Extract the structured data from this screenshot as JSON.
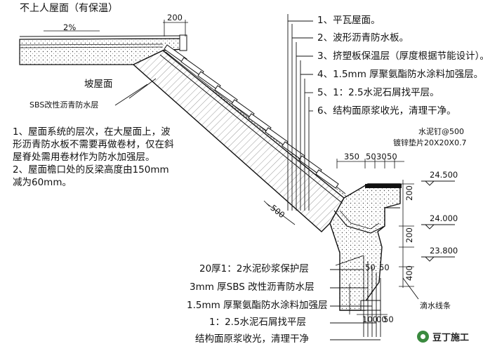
{
  "title": "不上人屋面（有保温）",
  "dims": {
    "eave_top_200": "200",
    "slope_pct": "2%",
    "d350": "350",
    "d50a": "50",
    "d30": "30",
    "d50b": "50",
    "d500": "500",
    "v200a": "200",
    "v200b": "200",
    "v400": "400",
    "v50a": "50",
    "v50b": "50",
    "b100": "100",
    "b00": "00",
    "b50": "50"
  },
  "elevations": {
    "e1": "24.500",
    "e2": "24.000",
    "e3": "23.800"
  },
  "labels": {
    "slope_roof": "坡屋面",
    "sbs_roll": "SBS改性沥青防水层",
    "cement_nail": "水泥钉@500",
    "washer": "镀锌垫片20X20X0.7",
    "drip": "滴水线条"
  },
  "layers_top": [
    "1、平瓦屋面。",
    "2、波形沥青防水板。",
    "3、挤塑板保温层（厚度根据节能设计）。",
    "4、1.5mm 厚聚氨酯防水涂料加强层。",
    "5、1：2.5水泥石屑找平层。",
    "6、结构面原浆收光，清理干净。"
  ],
  "notes": [
    "1、屋面系统的层次，在大屋面上，波",
    "形沥青防水板不需要再做卷材，仅在斜",
    "屋脊处需用卷材作为防水加强层。",
    "2、屋面檐口处的反梁高度由150mm",
    "减为60mm。"
  ],
  "layers_bottom": [
    "20厚1：2水泥砂浆保护层",
    "3mm 厚SBS 改性沥青防水层",
    "1.5mm 厚聚氨酯防水涂料加强层",
    "1：2.5水泥石屑找平层",
    "结构面原浆收光，清理干净"
  ],
  "watermark": "豆丁施工"
}
